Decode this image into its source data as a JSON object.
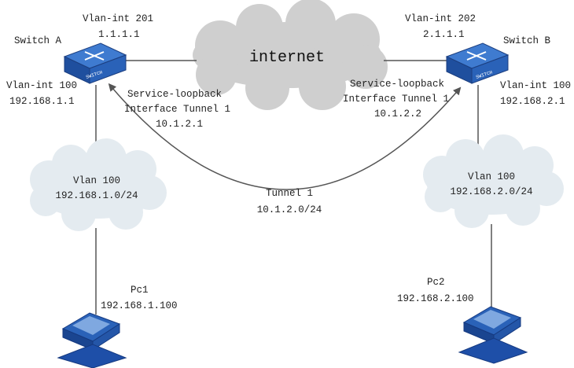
{
  "switch_a": {
    "name": "Switch A",
    "logo_text": "SWITCH",
    "wan_interface": "Vlan-int 201",
    "wan_ip": "1.1.1.1",
    "lan_interface": "Vlan-int 100",
    "lan_ip": "192.168.1.1",
    "loopback_line1": "Service-loopback",
    "loopback_line2": "Interface Tunnel 1",
    "tunnel_ip": "10.1.2.1"
  },
  "switch_b": {
    "name": "Switch B",
    "logo_text": "SWITCH",
    "wan_interface": "Vlan-int 202",
    "wan_ip": "2.1.1.1",
    "lan_interface": "Vlan-int 100",
    "lan_ip": "192.168.2.1",
    "loopback_line1": "Service-loopback",
    "loopback_line2": "Interface Tunnel 1",
    "tunnel_ip": "10.1.2.2"
  },
  "internet": {
    "label": "internet"
  },
  "tunnel": {
    "name": "Tunnel 1",
    "subnet": "10.1.2.0/24"
  },
  "lan_a": {
    "vlan": "Vlan 100",
    "subnet": "192.168.1.0/24"
  },
  "lan_b": {
    "vlan": "Vlan 100",
    "subnet": "192.168.2.0/24"
  },
  "pc1": {
    "name": "Pc1",
    "ip": "192.168.1.100"
  },
  "pc2": {
    "name": "Pc2",
    "ip": "192.168.2.100"
  },
  "colors": {
    "switch_blue": "#2a62b8",
    "cloud_fill": "#e4ebf0",
    "internet_cloud": "#cfcfcf",
    "pc_blue": "#1e4fa8",
    "line": "#555555"
  }
}
